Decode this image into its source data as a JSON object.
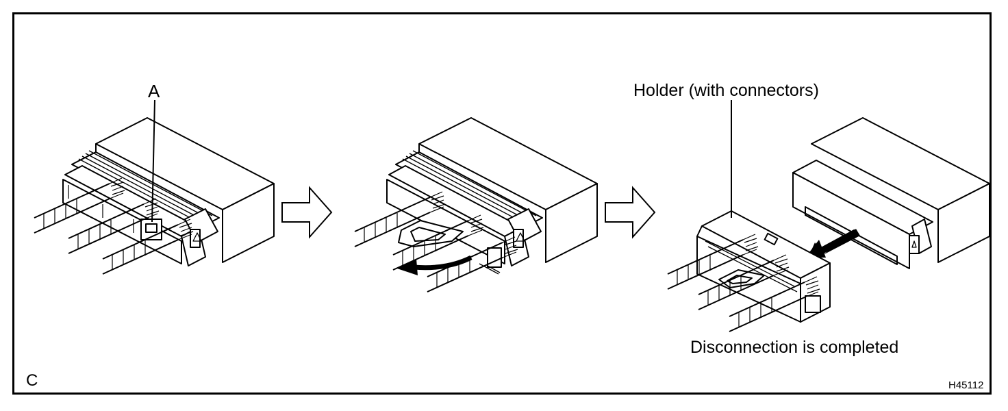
{
  "figure": {
    "step1": {
      "callout": "A"
    },
    "step3": {
      "callout": "Holder (with connectors)",
      "caption": "Disconnection is completed"
    },
    "corner_letter": "C",
    "figure_code": "H45112"
  },
  "icons": [
    "step-arrow-icon",
    "step-arrow-icon",
    "lever-rotate-arrow-icon",
    "pull-out-arrow-icon"
  ]
}
